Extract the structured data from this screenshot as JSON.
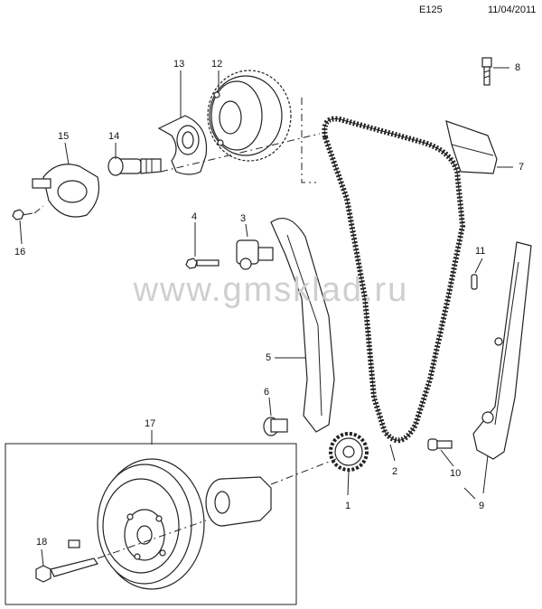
{
  "header": {
    "code": "E125",
    "date": "11/04/2011"
  },
  "watermark": "www.gmsklad.ru",
  "callouts": {
    "c1": "1",
    "c2": "2",
    "c3": "3",
    "c4": "4",
    "c5": "5",
    "c6": "6",
    "c7": "7",
    "c8": "8",
    "c9": "9",
    "c10": "10",
    "c11": "11",
    "c12": "12",
    "c13": "13",
    "c14": "14",
    "c15": "15",
    "c16": "16",
    "c17": "17",
    "c18": "18"
  }
}
